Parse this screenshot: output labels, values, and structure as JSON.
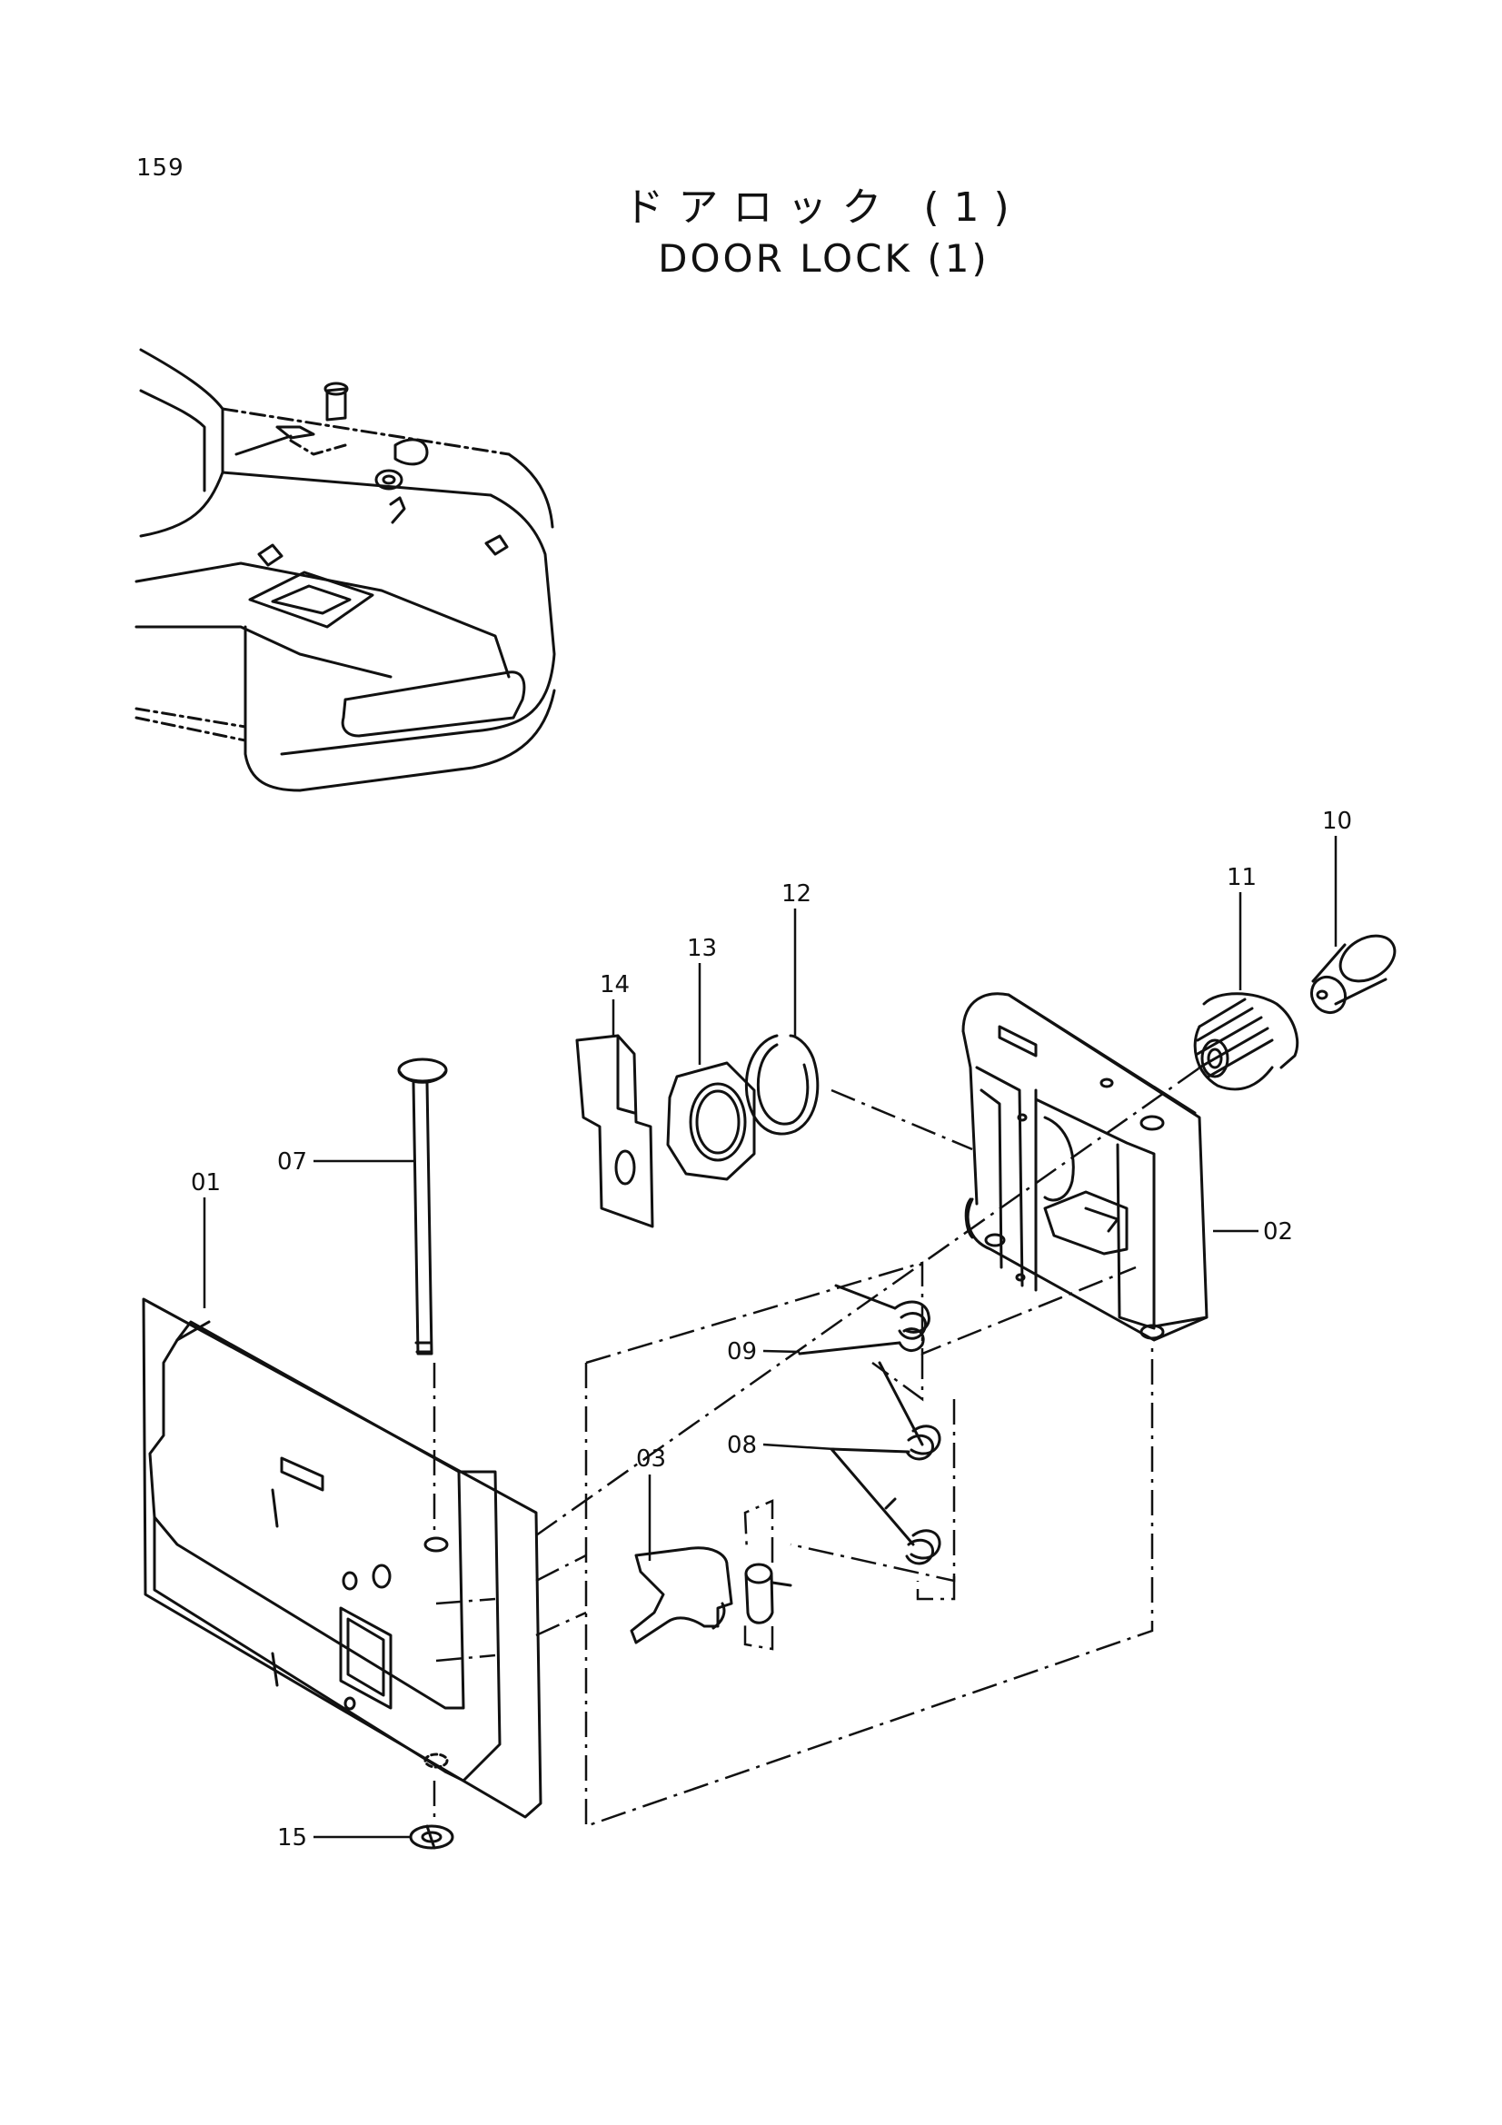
{
  "page": {
    "number": "159",
    "title_jp": "ドアロック (1)",
    "title_en": "DOOR LOCK (1)"
  },
  "callouts": {
    "c01": "01",
    "c02": "02",
    "c03": "03",
    "c07": "07",
    "c08": "08",
    "c09": "09",
    "c10": "10",
    "c11": "11",
    "c12": "12",
    "c13": "13",
    "c14": "14",
    "c15": "15"
  }
}
